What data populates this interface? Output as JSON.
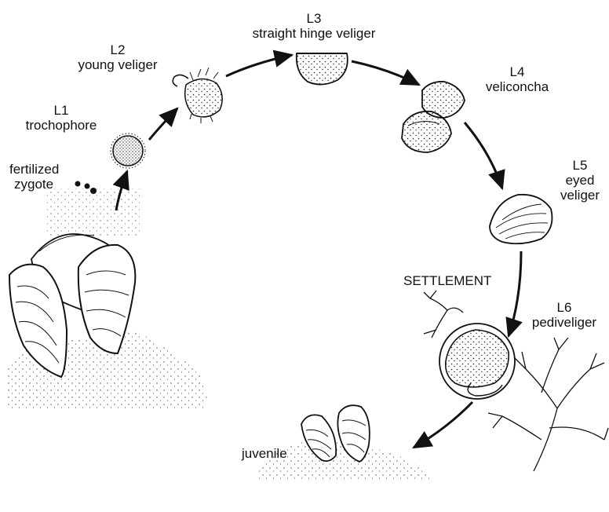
{
  "stages": [
    {
      "code": "L1",
      "name": "trochophore"
    },
    {
      "code": "L2",
      "name": "young veliger"
    },
    {
      "code": "L3",
      "name": "straight hinge veliger"
    },
    {
      "code": "L4",
      "name": "veliconcha"
    },
    {
      "code": "L5",
      "name": "eyed",
      "name2": "veliger"
    },
    {
      "code": "L6",
      "name": "pediveliger"
    }
  ],
  "zygote": {
    "line1": "fertilized",
    "line2": "zygote"
  },
  "settlement": "SETTLEMENT",
  "juvenile": "juvenile",
  "ink_color": "#111111"
}
